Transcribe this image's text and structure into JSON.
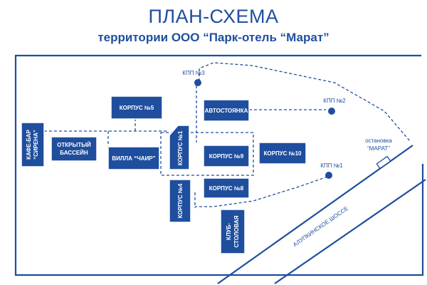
{
  "header": {
    "title": "ПЛАН-СХЕМА",
    "subtitle": "территории ООО “Парк-отель “Марат”"
  },
  "buildings": {
    "korpus5": "КОРПУС №5",
    "avtostoyanka": "АВТОСТОЯНКА",
    "kafe_bar_line1": "КАФЕ-БАР",
    "kafe_bar_line2": "“СИРЕНА”",
    "bassein_line1": "ОТКРЫТЫЙ",
    "bassein_line2": "БАССЕЙН",
    "villa": "ВИЛЛА “ЧАИР”",
    "korpus1": "КОРПУС №1",
    "korpus9": "КОРПУС №9",
    "korpus10": "КОРПУС №10",
    "korpus4": "КОРПУС №4",
    "korpus8": "КОРПУС №8",
    "klub_line1": "КЛУБ-",
    "klub_line2": "СТОЛОВАЯ"
  },
  "checkpoints": {
    "kpp3": "КПП №3",
    "kpp2": "КПП №2",
    "kpp1": "КПП №1"
  },
  "stop": {
    "line1": "остановка",
    "line2": "“МАРАТ”"
  },
  "road": {
    "name": "АЛУПКИНСКОЕ ШОССЕ"
  },
  "colors": {
    "primary": "#1f4e9e",
    "background": "#ffffff"
  }
}
